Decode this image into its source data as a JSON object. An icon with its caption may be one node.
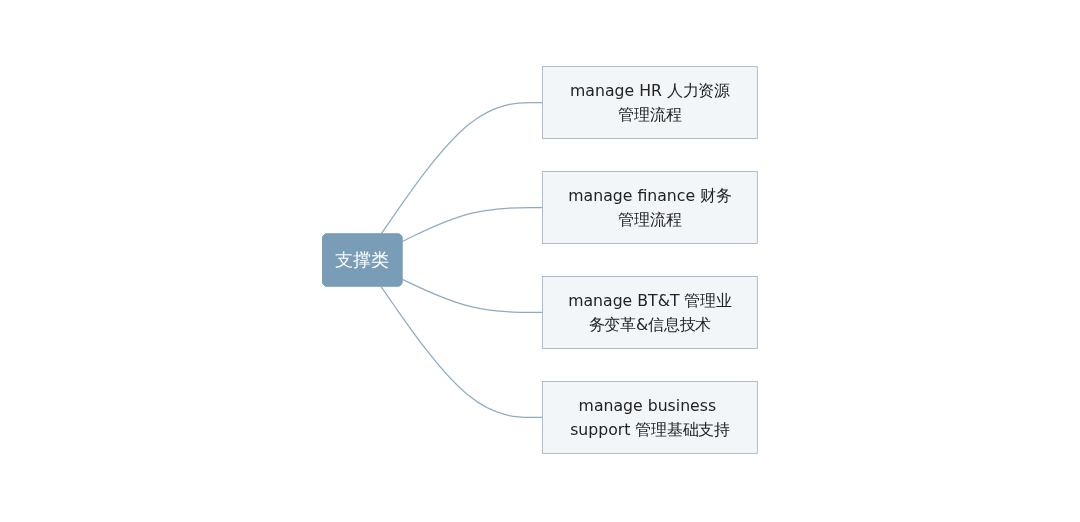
{
  "diagram": {
    "nodes": [
      {
        "text": [
          "支撑类"
        ]
      },
      {
        "text": [
          "manage HR 人力资源管理流程"
        ]
      },
      {
        "text": [
          "manage finance 财务管理流程"
        ]
      },
      {
        "text": [
          "manage BT&T 管理业务变革&信息技术"
        ]
      },
      {
        "text": [
          "manage business support 管理基础支持"
        ]
      }
    ],
    "edges": [
      {
        "from": 0,
        "to": 1,
        "arrow": "none"
      },
      {
        "from": 0,
        "to": 2,
        "arrow": "none"
      },
      {
        "from": 0,
        "to": 3,
        "arrow": "none"
      },
      {
        "from": 0,
        "to": 4,
        "arrow": "none"
      }
    ]
  }
}
